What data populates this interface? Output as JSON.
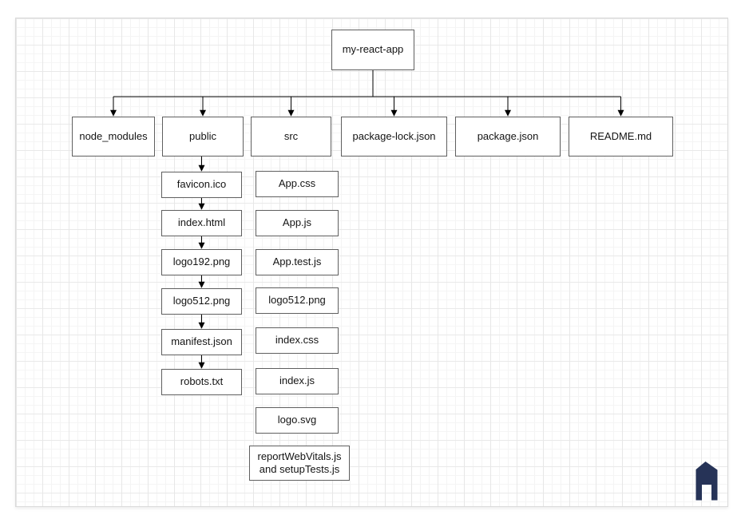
{
  "tree": {
    "root": {
      "label": "my-react-app"
    },
    "level2": [
      {
        "label": "node_modules"
      },
      {
        "label": "public"
      },
      {
        "label": "src"
      },
      {
        "label": "package-lock.json"
      },
      {
        "label": "package.json"
      },
      {
        "label": "README.md"
      }
    ],
    "public_children": [
      {
        "label": "favicon.ico"
      },
      {
        "label": "index.html"
      },
      {
        "label": "logo192.png"
      },
      {
        "label": "logo512.png"
      },
      {
        "label": "manifest.json"
      },
      {
        "label": "robots.txt"
      }
    ],
    "src_children": [
      {
        "label": "App.css"
      },
      {
        "label": "App.js"
      },
      {
        "label": "App.test.js"
      },
      {
        "label": "logo512.png"
      },
      {
        "label": "index.css"
      },
      {
        "label": "index.js"
      },
      {
        "label": "logo.svg"
      },
      {
        "label": "reportWebVitals.js and setupTests.js"
      }
    ]
  },
  "colors": {
    "node_border": "#5f5f5f",
    "connector": "#000000",
    "grid_minor": "#f4f4f4",
    "grid_major": "#e7e7e7",
    "logo": "#263357"
  }
}
